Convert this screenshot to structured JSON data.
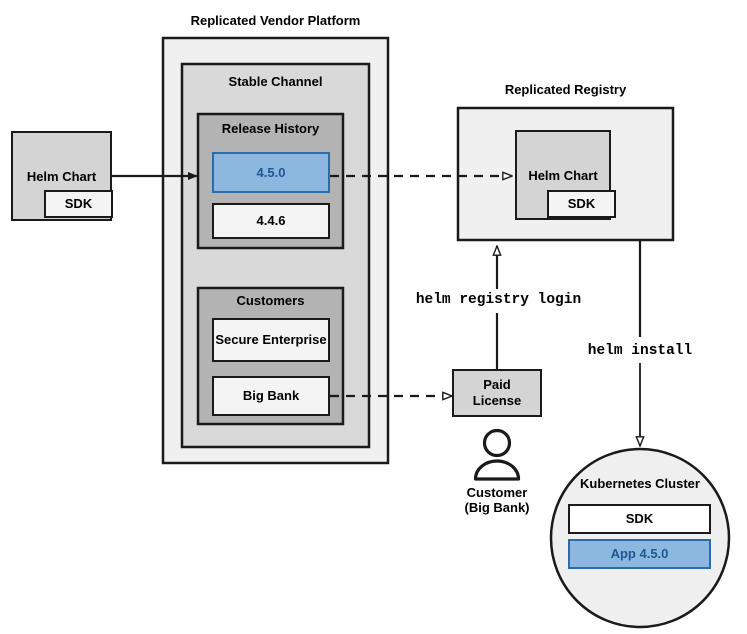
{
  "diagram": {
    "title": "Replicated Vendor Platform Helm distribution flow",
    "colors": {
      "stroke": "#1a1a1a",
      "platform_fill": "#f0f0f0",
      "channel_fill": "#d9d9d9",
      "group_fill": "#b3b3b3",
      "box_fill": "#d4d4d4",
      "white_fill": "#f4f4f4",
      "highlight_fill": "#8cb8e0",
      "highlight_stroke": "#2b6ca8",
      "highlight_text": "#1f5793"
    }
  },
  "labels": {
    "vendor_platform": "Replicated Vendor Platform",
    "stable_channel": "Stable Channel",
    "release_history": "Release History",
    "customers": "Customers",
    "replicated_registry": "Replicated Registry"
  },
  "source_chart": {
    "name": "Helm Chart",
    "sdk": "SDK"
  },
  "releases": [
    {
      "version": "4.5.0",
      "highlighted": true
    },
    {
      "version": "4.4.6",
      "highlighted": false
    }
  ],
  "customers": [
    {
      "name": "Secure\nEnterprise"
    },
    {
      "name": "Big Bank"
    }
  ],
  "registry_chart": {
    "name": "Helm Chart",
    "sdk": "SDK"
  },
  "license": {
    "label": "Paid\nLicense"
  },
  "customer_actor": {
    "icon": "person-icon",
    "label": "Customer\n(Big Bank)"
  },
  "commands": {
    "registry_login": "helm registry login",
    "install": "helm install"
  },
  "cluster": {
    "title": "Kubernetes Cluster",
    "items": [
      {
        "label": "SDK",
        "highlighted": false
      },
      {
        "label": "App 4.5.0",
        "highlighted": true
      }
    ]
  }
}
